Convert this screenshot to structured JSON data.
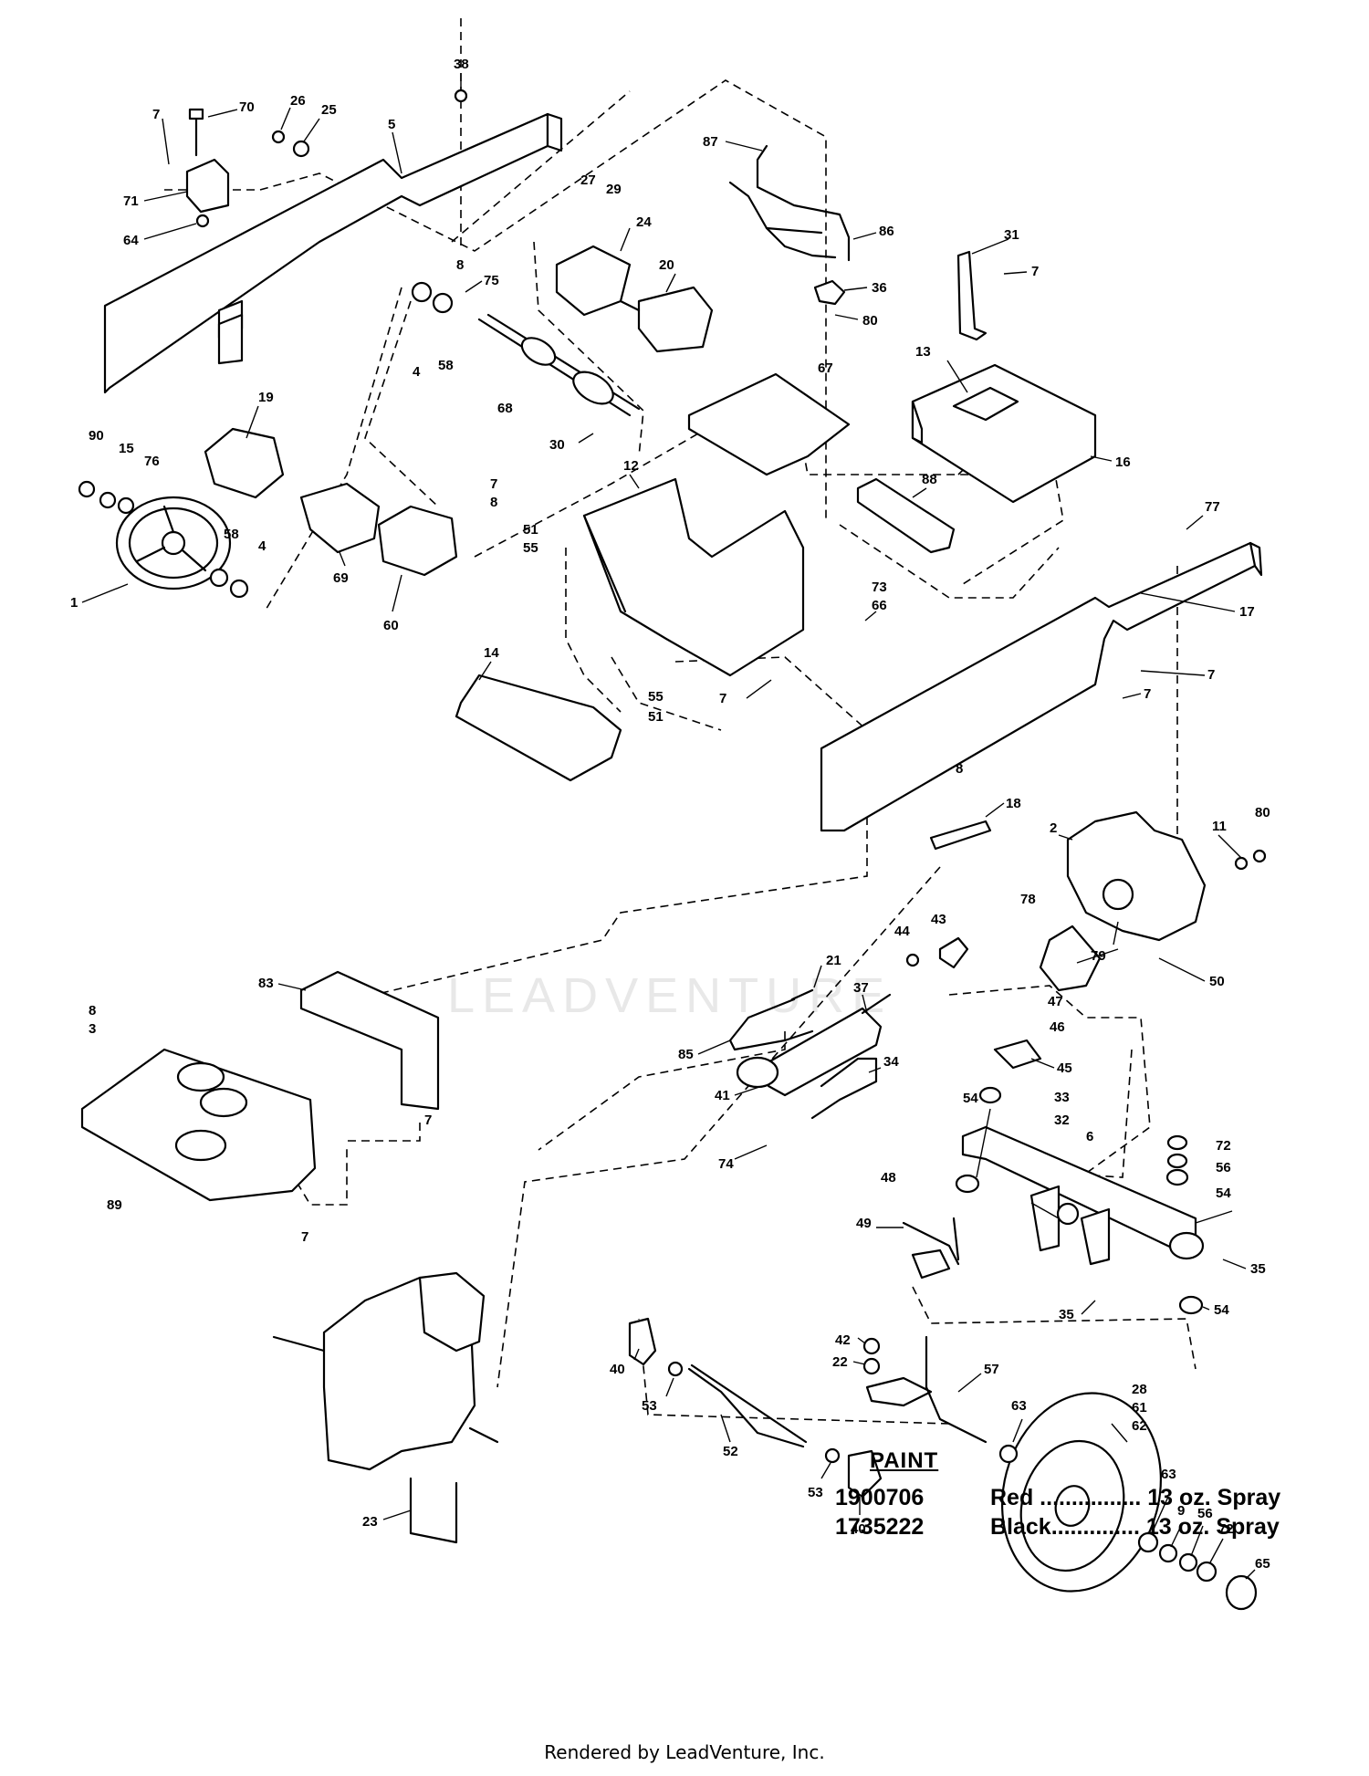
{
  "diagram": {
    "callouts": [
      {
        "id": "c1",
        "text": "38"
      },
      {
        "id": "c2",
        "text": "70"
      },
      {
        "id": "c3",
        "text": "7"
      },
      {
        "id": "c4",
        "text": "26"
      },
      {
        "id": "c5",
        "text": "25"
      },
      {
        "id": "c6",
        "text": "5"
      },
      {
        "id": "c7",
        "text": "71"
      },
      {
        "id": "c8",
        "text": "64"
      },
      {
        "id": "c9",
        "text": "87"
      },
      {
        "id": "c10",
        "text": "27"
      },
      {
        "id": "c11",
        "text": "29"
      },
      {
        "id": "c12",
        "text": "24"
      },
      {
        "id": "c13",
        "text": "86"
      },
      {
        "id": "c14",
        "text": "20"
      },
      {
        "id": "c15",
        "text": "8"
      },
      {
        "id": "c16",
        "text": "36"
      },
      {
        "id": "c17",
        "text": "80"
      },
      {
        "id": "c18",
        "text": "31"
      },
      {
        "id": "c19",
        "text": "7"
      },
      {
        "id": "c20",
        "text": "75"
      },
      {
        "id": "c21",
        "text": "4"
      },
      {
        "id": "c22",
        "text": "58"
      },
      {
        "id": "c23",
        "text": "68"
      },
      {
        "id": "c24",
        "text": "67"
      },
      {
        "id": "c25",
        "text": "13"
      },
      {
        "id": "c26",
        "text": "16"
      },
      {
        "id": "c27",
        "text": "19"
      },
      {
        "id": "c28",
        "text": "30"
      },
      {
        "id": "c29",
        "text": "90"
      },
      {
        "id": "c30",
        "text": "15"
      },
      {
        "id": "c31",
        "text": "76"
      },
      {
        "id": "c32",
        "text": "12"
      },
      {
        "id": "c33",
        "text": "88"
      },
      {
        "id": "c34",
        "text": "7"
      },
      {
        "id": "c35",
        "text": "8"
      },
      {
        "id": "c36",
        "text": "58"
      },
      {
        "id": "c37",
        "text": "4"
      },
      {
        "id": "c38",
        "text": "51"
      },
      {
        "id": "c39",
        "text": "55"
      },
      {
        "id": "c40",
        "text": "77"
      },
      {
        "id": "c41",
        "text": "1"
      },
      {
        "id": "c42",
        "text": "69"
      },
      {
        "id": "c43",
        "text": "60"
      },
      {
        "id": "c44",
        "text": "73"
      },
      {
        "id": "c45",
        "text": "66"
      },
      {
        "id": "c46",
        "text": "17"
      },
      {
        "id": "c47",
        "text": "14"
      },
      {
        "id": "c48",
        "text": "55"
      },
      {
        "id": "c49",
        "text": "51"
      },
      {
        "id": "c50",
        "text": "7"
      },
      {
        "id": "c51",
        "text": "7"
      },
      {
        "id": "c52",
        "text": "7"
      },
      {
        "id": "c53",
        "text": "8"
      },
      {
        "id": "c54",
        "text": "18"
      },
      {
        "id": "c55",
        "text": "2"
      },
      {
        "id": "c56",
        "text": "11"
      },
      {
        "id": "c57",
        "text": "80"
      },
      {
        "id": "c58",
        "text": "78"
      },
      {
        "id": "c59",
        "text": "79"
      },
      {
        "id": "c60",
        "text": "50"
      },
      {
        "id": "c61",
        "text": "44"
      },
      {
        "id": "c62",
        "text": "43"
      },
      {
        "id": "c63",
        "text": "21"
      },
      {
        "id": "c64",
        "text": "37"
      },
      {
        "id": "c65",
        "text": "47"
      },
      {
        "id": "c66",
        "text": "46"
      },
      {
        "id": "c67",
        "text": "83"
      },
      {
        "id": "c68",
        "text": "8"
      },
      {
        "id": "c69",
        "text": "3"
      },
      {
        "id": "c70",
        "text": "85"
      },
      {
        "id": "c71",
        "text": "34"
      },
      {
        "id": "c72",
        "text": "45"
      },
      {
        "id": "c73",
        "text": "41"
      },
      {
        "id": "c74",
        "text": "54"
      },
      {
        "id": "c75",
        "text": "33"
      },
      {
        "id": "c76",
        "text": "32"
      },
      {
        "id": "c77",
        "text": "7"
      },
      {
        "id": "c78",
        "text": "74"
      },
      {
        "id": "c79",
        "text": "72"
      },
      {
        "id": "c80",
        "text": "6"
      },
      {
        "id": "c81",
        "text": "56"
      },
      {
        "id": "c82",
        "text": "54"
      },
      {
        "id": "c83",
        "text": "89"
      },
      {
        "id": "c84",
        "text": "48"
      },
      {
        "id": "c85",
        "text": "7"
      },
      {
        "id": "c86",
        "text": "49"
      },
      {
        "id": "c87",
        "text": "35"
      },
      {
        "id": "c88",
        "text": "35"
      },
      {
        "id": "c89",
        "text": "54"
      },
      {
        "id": "c90",
        "text": "42"
      },
      {
        "id": "c91",
        "text": "22"
      },
      {
        "id": "c92",
        "text": "57"
      },
      {
        "id": "c93",
        "text": "40"
      },
      {
        "id": "c94",
        "text": "28"
      },
      {
        "id": "c95",
        "text": "61"
      },
      {
        "id": "c96",
        "text": "62"
      },
      {
        "id": "c97",
        "text": "63"
      },
      {
        "id": "c98",
        "text": "53"
      },
      {
        "id": "c99",
        "text": "63"
      },
      {
        "id": "c100",
        "text": "9"
      },
      {
        "id": "c101",
        "text": "56"
      },
      {
        "id": "c102",
        "text": "52"
      },
      {
        "id": "c103",
        "text": "72"
      },
      {
        "id": "c104",
        "text": "23"
      },
      {
        "id": "c105",
        "text": "53"
      },
      {
        "id": "c106",
        "text": "40"
      },
      {
        "id": "c107",
        "text": "65"
      }
    ]
  },
  "paint": {
    "title": "PAINT",
    "rows": [
      {
        "part": "1900706",
        "desc": "Red ................ 13 oz. Spray"
      },
      {
        "part": "1735222",
        "desc": "Black.............. 13 oz. Spray"
      }
    ]
  },
  "watermark": "LEADVENTURE",
  "footer": "Rendered by LeadVenture, Inc."
}
